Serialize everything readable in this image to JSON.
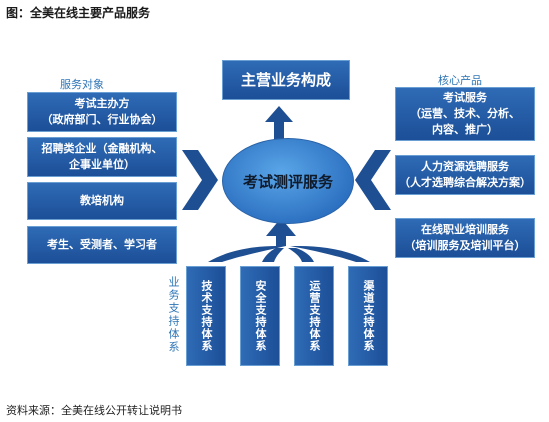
{
  "title": "图：全美在线主要产品服务",
  "source": "资料来源：全美在线公开转让说明书",
  "center": "考试测评服务",
  "top_box": "主营业务构成",
  "left_section": {
    "label": "服务对象",
    "items": [
      {
        "lines": [
          "考试主办方",
          "（政府部门、行业协会）"
        ]
      },
      {
        "lines": [
          "招聘类企业（金融机构、",
          "企事业单位）"
        ]
      },
      {
        "lines": [
          "教培机构"
        ]
      },
      {
        "lines": [
          "考生、受测者、学习者"
        ]
      }
    ]
  },
  "right_section": {
    "label": "核心产品",
    "items": [
      {
        "lines": [
          "考试服务",
          "（运营、技术、分析、",
          "内容、推广）"
        ]
      },
      {
        "lines": [
          "人力资源选聘服务",
          "（人才选聘综合解决方案）"
        ]
      },
      {
        "lines": [
          "在线职业培训服务",
          "（培训服务及培训平台）"
        ]
      }
    ]
  },
  "support": {
    "label": "业务支持体系",
    "items": [
      "技术支持体系",
      "安全支持体系",
      "运营支持体系",
      "渠道支持体系"
    ]
  },
  "colors": {
    "box": "#1f5aa6",
    "arrow": "#1f4f93",
    "label": "#2e75b6",
    "ellipse": "#3a86d6"
  }
}
